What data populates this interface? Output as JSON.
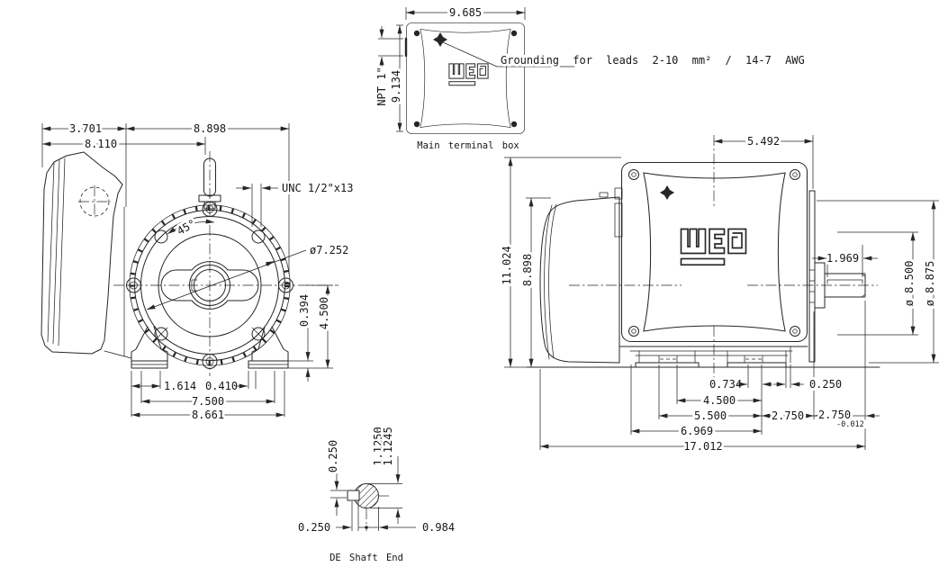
{
  "brand": "WEG",
  "top_view": {
    "caption": "Main terminal box",
    "grounding_note": "Grounding for leads 2-10 mm² / 14-7 AWG",
    "dims": {
      "width": "9.685",
      "height": "9.134",
      "conduit": "NPT 1\""
    }
  },
  "front_view": {
    "dims": {
      "box_depth": "3.701",
      "box_to_center": "8.110",
      "center_to_edge": "8.898",
      "eyebolt_thread": "UNC 1/2\"x13",
      "bolt_angle": "45°",
      "bolt_circle_dia": "ø7.252",
      "foot_pad_height": "0.394",
      "shaft_height": "4.500",
      "foot_offset": "1.614",
      "foot_slot": "0.410",
      "foot_hole_span": "7.500",
      "feet_width": "8.661"
    }
  },
  "side_view": {
    "dims": {
      "box_center_to_face": "5.492",
      "overall_height": "11.024",
      "fan_cover_height": "8.898",
      "key_length": "1.969",
      "face_dia": "ø 8.500",
      "bracket_dia": "ø 8.875",
      "foot_to_face": "0.734",
      "face_gap": "0.250",
      "foot_span": "4.500",
      "bolt_span": "5.500",
      "rear_overhang": "2.750",
      "shaft_extension": "2.750",
      "shaft_extension_tol": "-0.012",
      "frame_length": "6.969",
      "overall_length": "17.012"
    }
  },
  "shaft_detail": {
    "caption": "DE Shaft End",
    "dims": {
      "key_width": "0.250",
      "dia_upper": "1.1250",
      "dia_lower": "1.1245",
      "key_offset": "0.250",
      "key_flat": "0.984"
    }
  }
}
